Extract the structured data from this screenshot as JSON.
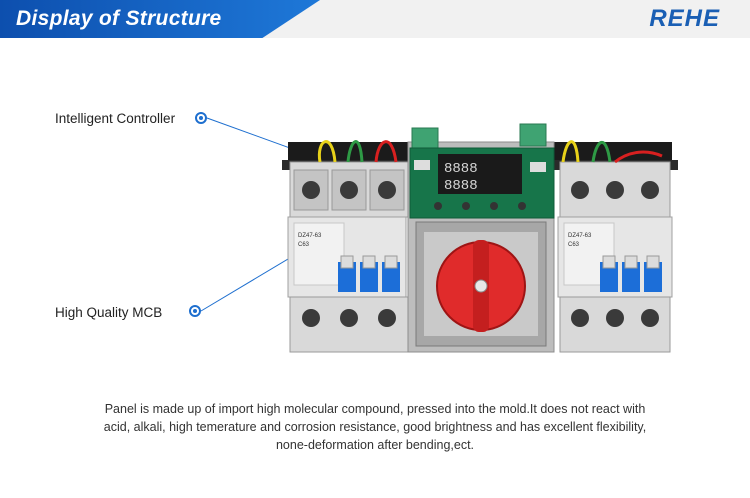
{
  "header": {
    "title": "Display of Structure",
    "logo": "REHE"
  },
  "callouts": [
    {
      "label": "Intelligent Controller"
    },
    {
      "label": "High Quality MCB"
    }
  ],
  "device": {
    "mcb_left": {
      "model": "DZ47-63",
      "rating": "C63"
    },
    "mcb_right": {
      "model": "DZ47-63",
      "rating": "C63"
    }
  },
  "description": "Panel is made up of import high molecular compound, pressed into the mold.It does not react with acid, alkali, high temerature and corrosion resistance, good brightness and has excellent flexibility, none-deformation after bending,ect.",
  "colors": {
    "banner": "#1e78d8",
    "logo": "#1a5fb4",
    "callout_line": "#1e6fcf",
    "knob": "#e02b2b",
    "mcb_switch": "#1c6ed8"
  }
}
